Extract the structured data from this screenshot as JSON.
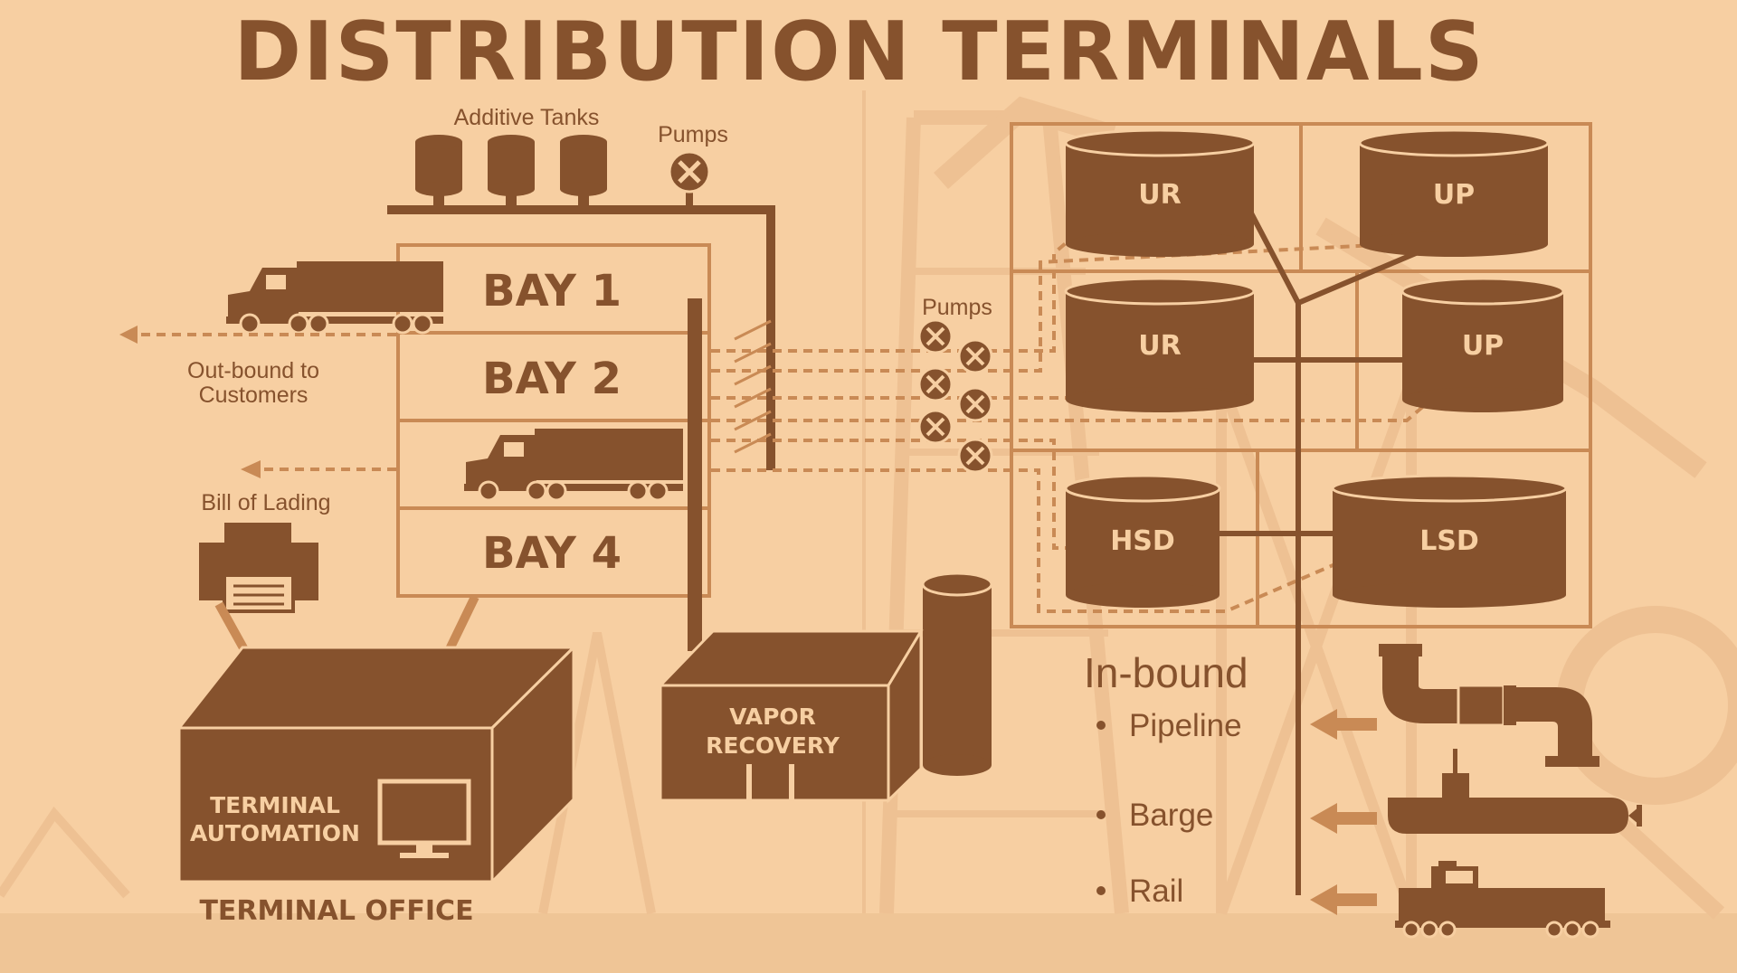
{
  "title": "DISTRIBUTION TERMINALS",
  "labels": {
    "additive_tanks": "Additive Tanks",
    "pumps_top": "Pumps",
    "pumps_mid": "Pumps",
    "outbound_line1": "Out-bound to",
    "outbound_line2": "Customers",
    "bill_of_lading": "Bill of Lading",
    "terminal_office": "TERMINAL OFFICE",
    "terminal_automation_line1": "TERMINAL",
    "terminal_automation_line2": "AUTOMATION",
    "vapor_recovery_line1": "VAPOR",
    "vapor_recovery_line2": "RECOVERY"
  },
  "bays": [
    "BAY 1",
    "BAY 2",
    "",
    "BAY 4"
  ],
  "tanks": [
    "UR",
    "UP",
    "UR",
    "UP",
    "HSD",
    "LSD"
  ],
  "inbound": {
    "heading": "In-bound",
    "modes": [
      "Pipeline",
      "Barge",
      "Rail"
    ]
  },
  "colors": {
    "background": "#f7cfa2",
    "primary": "#86522d",
    "accent": "#c98a55",
    "watermark": "#eec193"
  }
}
